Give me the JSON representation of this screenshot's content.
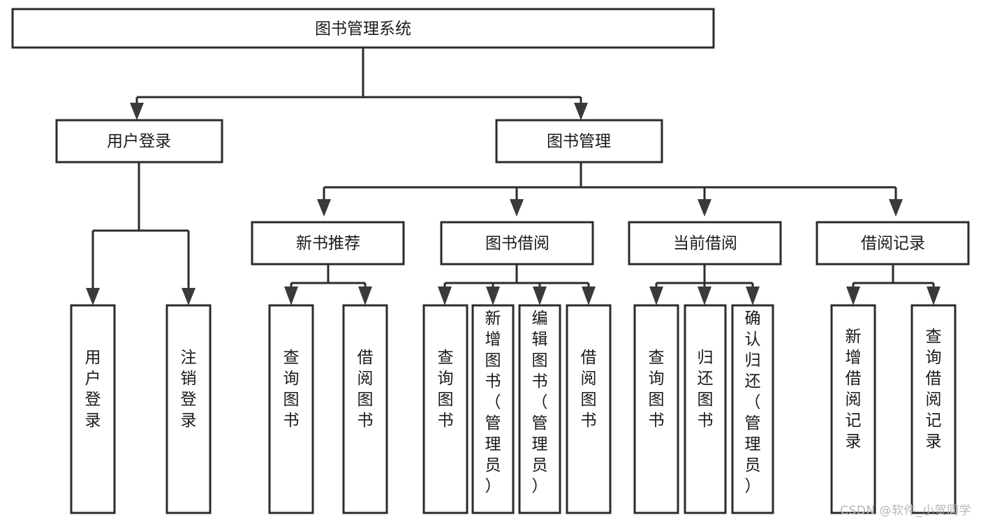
{
  "diagram": {
    "type": "tree-hierarchy",
    "title": "图书管理系统",
    "watermark": "CSDN @软件_小贺同学",
    "colors": {
      "background": "#ffffff",
      "box_fill": "#ffffff",
      "box_stroke": "#2b2b2b",
      "connector": "#2b2b2b",
      "arrow": "#3a3a3a",
      "text": "#1a1a1a",
      "watermark": "#b6b6b6"
    },
    "levels": {
      "root": {
        "label": "图书管理系统"
      },
      "level2": [
        {
          "id": "user-login",
          "label": "用户登录"
        },
        {
          "id": "book-manage",
          "label": "图书管理"
        }
      ],
      "level3": [
        {
          "id": "new-book-recommend",
          "label": "新书推荐",
          "parent": "book-manage"
        },
        {
          "id": "book-borrow",
          "label": "图书借阅",
          "parent": "book-manage"
        },
        {
          "id": "current-borrow",
          "label": "当前借阅",
          "parent": "book-manage"
        },
        {
          "id": "borrow-record",
          "label": "借阅记录",
          "parent": "book-manage"
        }
      ],
      "leaves": [
        {
          "id": "leaf-user-login",
          "label": "用户登录",
          "parent": "user-login"
        },
        {
          "id": "leaf-logout-login",
          "label": "注销登录",
          "parent": "user-login"
        },
        {
          "id": "leaf-query-book-1",
          "label": "查询图书",
          "parent": "new-book-recommend"
        },
        {
          "id": "leaf-borrow-book-1",
          "label": "借阅图书",
          "parent": "new-book-recommend"
        },
        {
          "id": "leaf-query-book-2",
          "label": "查询图书",
          "parent": "book-borrow"
        },
        {
          "id": "leaf-add-book-admin",
          "label": "新增图书（管理员）",
          "parent": "book-borrow"
        },
        {
          "id": "leaf-edit-book-admin",
          "label": "编辑图书（管理员）",
          "parent": "book-borrow"
        },
        {
          "id": "leaf-borrow-book-2",
          "label": "借阅图书",
          "parent": "book-borrow"
        },
        {
          "id": "leaf-query-book-3",
          "label": "查询图书",
          "parent": "current-borrow"
        },
        {
          "id": "leaf-return-book",
          "label": "归还图书",
          "parent": "current-borrow"
        },
        {
          "id": "leaf-confirm-return-admin",
          "label": "确认归还（管理员）",
          "parent": "current-borrow"
        },
        {
          "id": "leaf-add-borrow-record",
          "label": "新增借阅记录",
          "parent": "borrow-record"
        },
        {
          "id": "leaf-query-borrow-record",
          "label": "查询借阅记录",
          "parent": "borrow-record"
        }
      ]
    }
  }
}
